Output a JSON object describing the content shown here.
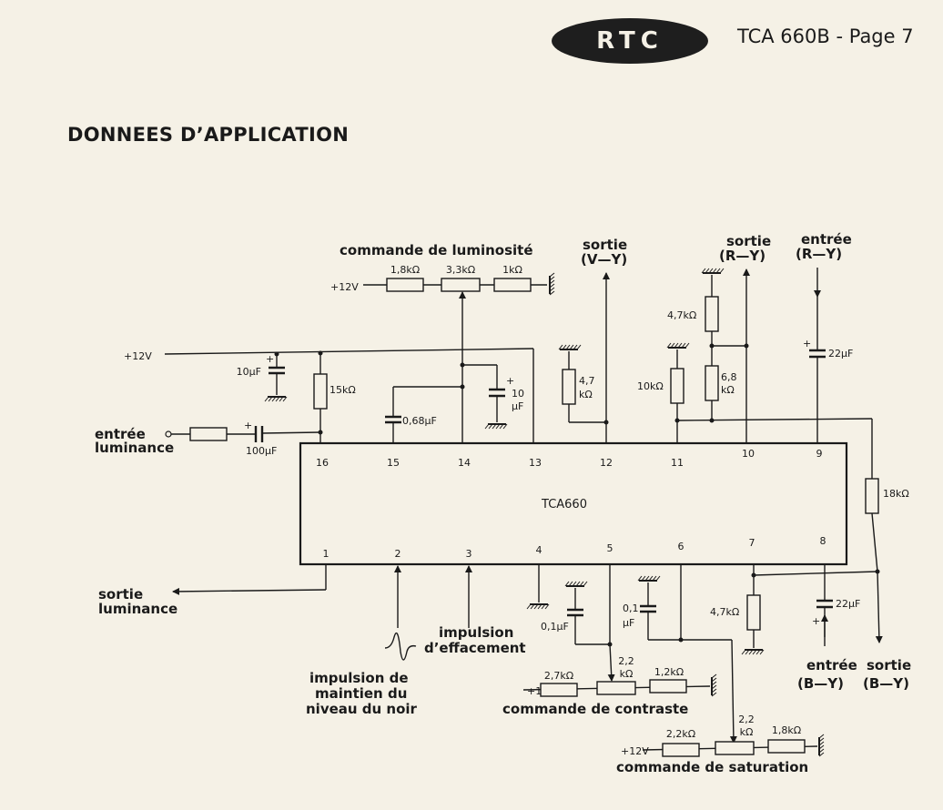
{
  "header": {
    "logo_text": "RTC",
    "title": "TCA 660B - Page 7"
  },
  "section_title": "DONNEES D’APPLICATION",
  "colors": {
    "paper": "#f5f1e6",
    "ink": "#1a1a1a"
  },
  "schematic": {
    "ic_label": "TCA660",
    "pins": [
      "1",
      "2",
      "3",
      "4",
      "5",
      "6",
      "7",
      "8",
      "9",
      "10",
      "11",
      "12",
      "13",
      "14",
      "15",
      "16"
    ],
    "labels": {
      "brightness_control": "commande de luminosité",
      "out_vy_1": "sortie",
      "out_vy_2": "(V—Y)",
      "out_ry_1": "sortie",
      "out_ry_2": "(R—Y)",
      "in_ry_1": "entrée",
      "in_ry_2": "(R—Y)",
      "in_luma_1": "entrée",
      "in_luma_2": "luminance",
      "out_luma_1": "sortie",
      "out_luma_2": "luminance",
      "blank_1": "impulsion",
      "blank_2": "d’effacement",
      "clamp_1": "impulsion de",
      "clamp_2": "maintien du",
      "clamp_3": "niveau du noir",
      "contrast_control": "commande de contraste",
      "saturation_control": "commande de saturation",
      "in_by_1": "entrée",
      "in_by_2": "(B—Y)",
      "out_by_1": "sortie",
      "out_by_2": "(B—Y)"
    },
    "supply": {
      "v12_brightness": "+12V",
      "v12_main": "+12V",
      "v12_contrast": "+12V",
      "v12_saturation": "+12V"
    },
    "components": {
      "r_1k8_bright": "1,8kΩ",
      "pot_3k3": "3,3kΩ",
      "r_1k_bright": "1kΩ",
      "c_10uf_supply": "10µF",
      "r_15k": "15kΩ",
      "c_100uf": "100µF",
      "c_068uf": "0,68µF",
      "c_10uf_p14_1": "10",
      "c_10uf_p14_2": "µF",
      "r_4k7_p12_1": "4,7",
      "r_4k7_p12_2": "kΩ",
      "r_4k7_top": "4,7kΩ",
      "r_10k": "10kΩ",
      "r_6k8_1": "6,8",
      "r_6k8_2": "kΩ",
      "c_22uf_top": "22µF",
      "r_18k": "18kΩ",
      "r_4k7_p7": "4,7kΩ",
      "c_22uf_bottom": "22µF",
      "c_01uf_p5": "0,1µF",
      "c_01uf_p6_1": "0,1",
      "c_01uf_p6_2": "µF",
      "r_2k7": "2,7kΩ",
      "pot_2k2_contrast_1": "2,2",
      "pot_2k2_contrast_2": "kΩ",
      "r_1k2": "1,2kΩ",
      "r_2k2_sat": "2,2kΩ",
      "pot_2k2_sat_1": "2,2",
      "pot_2k2_sat_2": "kΩ",
      "r_1k8_sat": "1,8kΩ"
    }
  }
}
